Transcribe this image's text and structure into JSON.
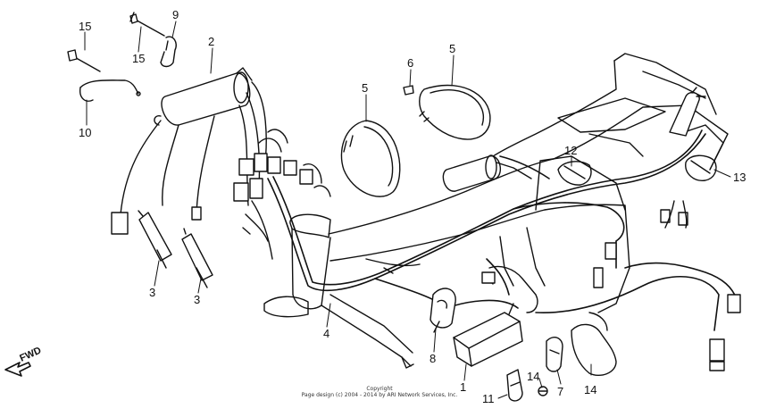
{
  "diagram": {
    "direction_label": "FWD",
    "callouts": [
      "15",
      "15",
      "9",
      "2",
      "10",
      "3",
      "3",
      "6",
      "5",
      "5",
      "12",
      "13",
      "4",
      "8",
      "1",
      "14",
      "7",
      "14",
      "11"
    ],
    "copyright_line_1": "Copyright",
    "copyright_line_2": "Page design (c) 2004 - 2014 by ARI Network Services, Inc.",
    "line_color": "#111111",
    "background_color": "#ffffff"
  }
}
